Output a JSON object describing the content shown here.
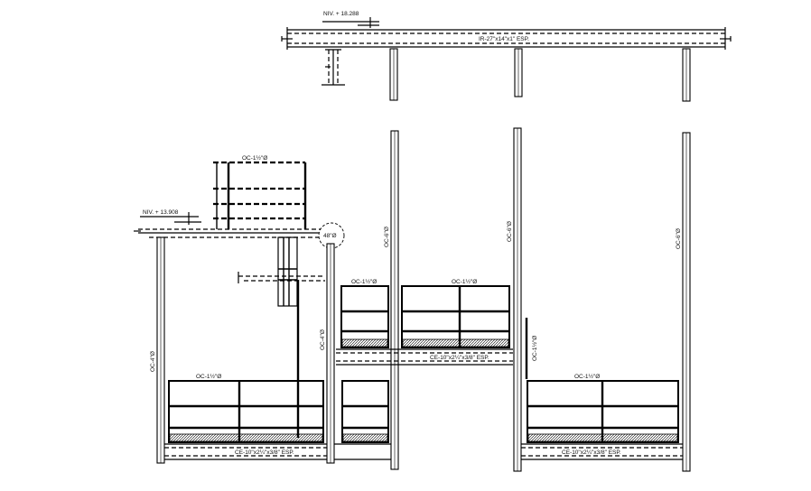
{
  "levels": {
    "upper": "NIV. + 18.288",
    "lower": "NIV. + 13.908"
  },
  "beams": {
    "top": "IR-27\"x14\"x1\" ESP.",
    "channel_mid": "CE-10\"x2¼\"x3/8\" ESP.",
    "channel_bottom_left": "CE-10\"x2¼\"x3/8\" ESP.",
    "channel_bottom_right": "CE-10\"x2¼\"x3/8\" ESP."
  },
  "rails": {
    "top_guard": "OC-1½\"Ø",
    "left_upper": "OC-1½\"Ø",
    "middle_left": "OC-1½\"Ø",
    "bottom_left": "OC-1½\"Ø",
    "bottom_right": "OC-1½\"Ø"
  },
  "columns": {
    "left": "OC-4\"Ø",
    "center_left": "OC-4\"Ø",
    "tall_1": "OC-6\"Ø",
    "tall_2": "OC-6\"Ø",
    "tall_3": "OC-6\"Ø",
    "small": "OC-1½\"Ø"
  },
  "angle_marker": "48\"Ø"
}
